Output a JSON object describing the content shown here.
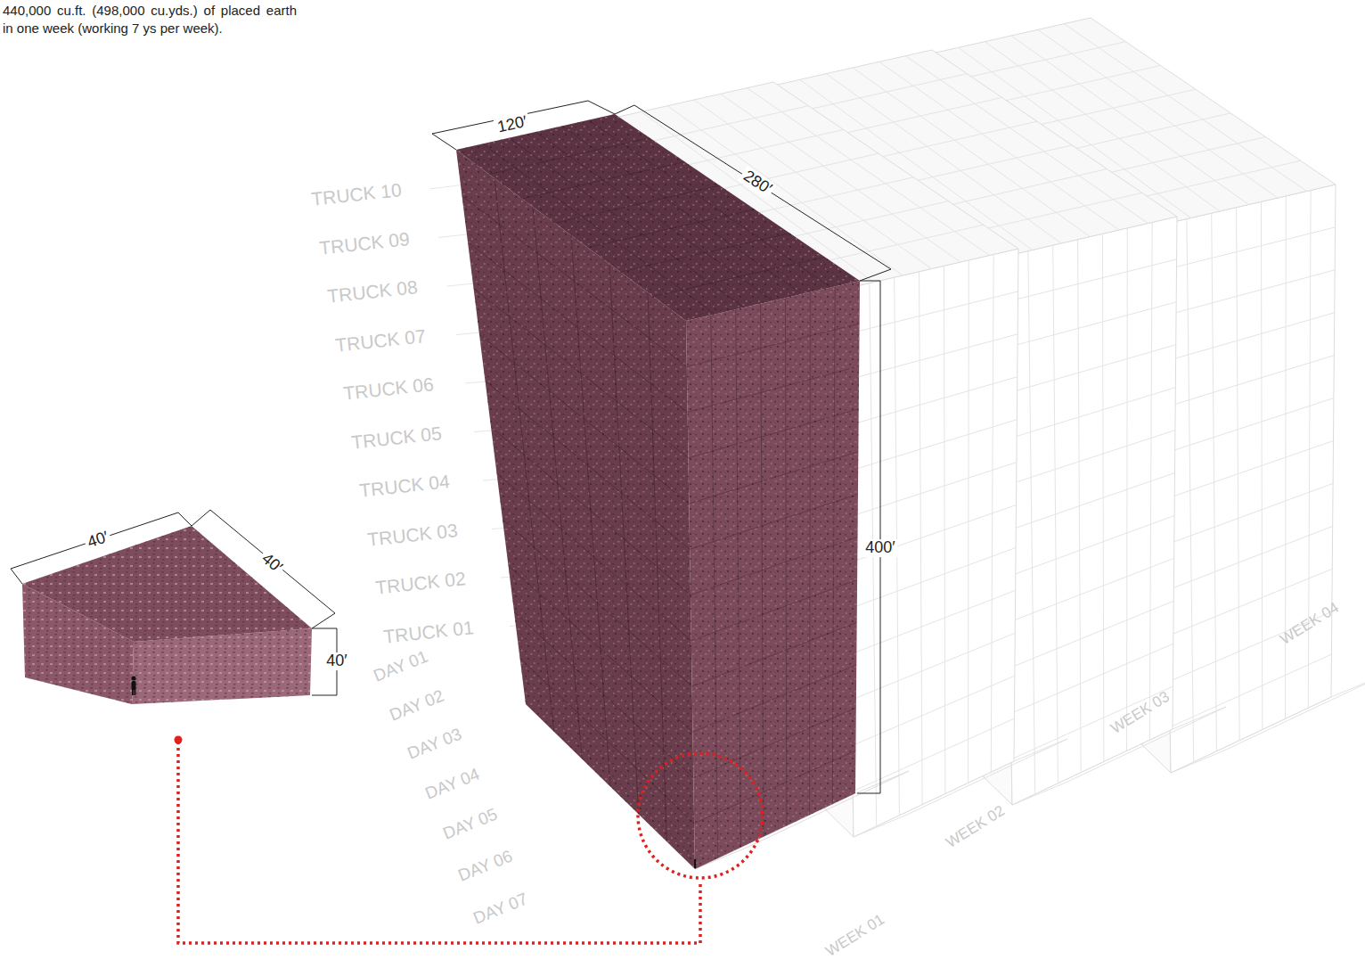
{
  "diagram": {
    "caption": "440,000 cu.ft. (498,000 cu.yds.) of placed earth in one week (working 7 ys per week).",
    "labels": [
      "120′",
      "280′",
      "400′",
      "40′",
      "40′",
      "40′",
      "TRUCK 10",
      "TRUCK 09",
      "TRUCK 08",
      "TRUCK 07",
      "TRUCK 06",
      "TRUCK 05",
      "TRUCK 04",
      "TRUCK 03",
      "TRUCK 02",
      "TRUCK 01",
      "DAY 01",
      "DAY 02",
      "DAY 03",
      "DAY 04",
      "DAY 05",
      "DAY 06",
      "DAY 07",
      "WEEK 01",
      "WEEK 02",
      "WEEK 03",
      "WEEK 04"
    ]
  }
}
